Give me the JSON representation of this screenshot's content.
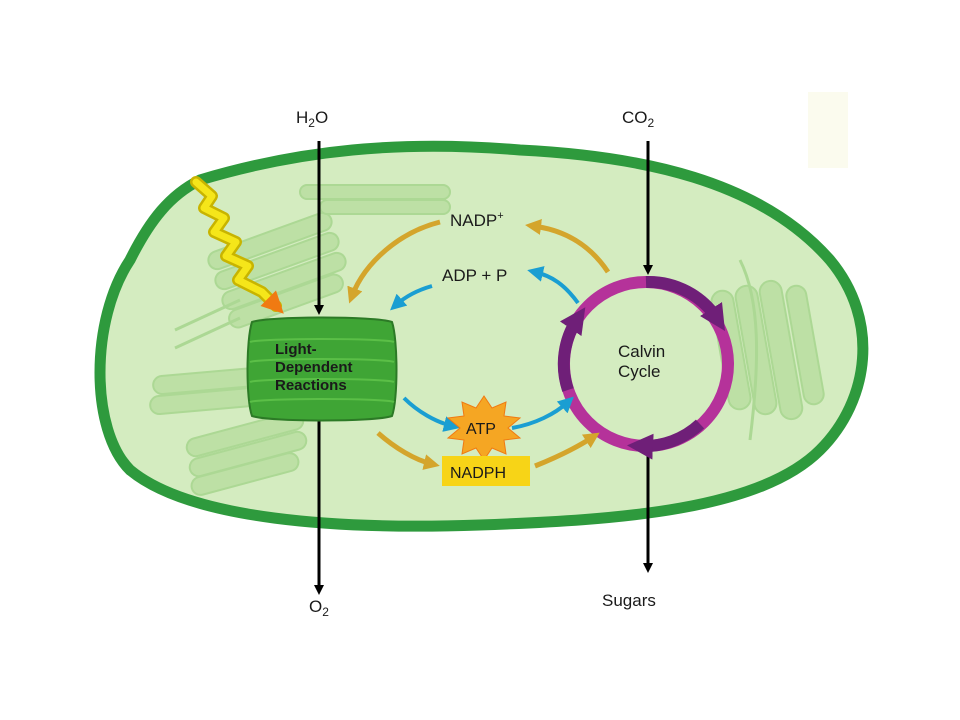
{
  "inputs": {
    "water": {
      "main": "H",
      "sub": "2",
      "tail": "O"
    },
    "co2": {
      "main": "CO",
      "sub": "2"
    }
  },
  "outputs": {
    "oxygen": {
      "main": "O",
      "sub": "2"
    },
    "sugars": "Sugars"
  },
  "light_reactions": {
    "line1": "Light-",
    "line2": "Dependent",
    "line3": "Reactions"
  },
  "calvin_cycle": {
    "line1": "Calvin",
    "line2": "Cycle"
  },
  "carriers": {
    "nadp": {
      "main": "NADP",
      "sup": "+"
    },
    "adp": "ADP + P",
    "atp": "ATP",
    "nadph": "NADPH"
  },
  "colors": {
    "membrane": "#2e9a3d",
    "stroma": "#d4ecc0",
    "thylakoid": "#3fa535",
    "calvin_ring": "#b5329a",
    "gold_arrow": "#d4a52c",
    "blue_arrow": "#1a9ed2",
    "atp_star": "#f5a623",
    "nadph_box": "#f7d417",
    "sunlight": "#f5e61a"
  }
}
